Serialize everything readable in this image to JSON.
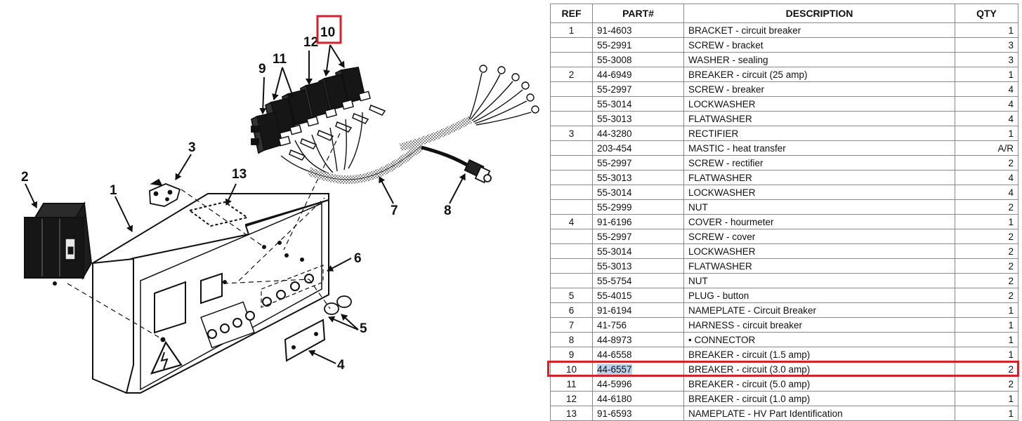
{
  "diagram": {
    "labels": [
      "1",
      "2",
      "3",
      "4",
      "5",
      "6",
      "7",
      "8",
      "9",
      "10",
      "11",
      "12",
      "13"
    ],
    "highlight_color": "#d2232a"
  },
  "table": {
    "headers": {
      "ref": "REF",
      "part": "PART#",
      "desc": "DESCRIPTION",
      "qty": "QTY"
    },
    "rows": [
      {
        "ref": "1",
        "part": "91-4603",
        "desc": "BRACKET - circuit breaker",
        "qty": "1"
      },
      {
        "ref": "",
        "part": "55-2991",
        "desc": "SCREW - bracket",
        "qty": "3"
      },
      {
        "ref": "",
        "part": "55-3008",
        "desc": "WASHER - sealing",
        "qty": "3"
      },
      {
        "ref": "2",
        "part": "44-6949",
        "desc": "BREAKER - circuit (25 amp)",
        "qty": "1"
      },
      {
        "ref": "",
        "part": "55-2997",
        "desc": "SCREW - breaker",
        "qty": "4"
      },
      {
        "ref": "",
        "part": "55-3014",
        "desc": "LOCKWASHER",
        "qty": "4"
      },
      {
        "ref": "",
        "part": "55-3013",
        "desc": "FLATWASHER",
        "qty": "4"
      },
      {
        "ref": "3",
        "part": "44-3280",
        "desc": "RECTIFIER",
        "qty": "1"
      },
      {
        "ref": "",
        "part": "203-454",
        "desc": "MASTIC - heat transfer",
        "qty": "A/R"
      },
      {
        "ref": "",
        "part": "55-2997",
        "desc": "SCREW - rectifier",
        "qty": "2"
      },
      {
        "ref": "",
        "part": "55-3013",
        "desc": "FLATWASHER",
        "qty": "4"
      },
      {
        "ref": "",
        "part": "55-3014",
        "desc": "LOCKWASHER",
        "qty": "4"
      },
      {
        "ref": "",
        "part": "55-2999",
        "desc": "NUT",
        "qty": "2"
      },
      {
        "ref": "4",
        "part": "91-6196",
        "desc": "COVER - hourmeter",
        "qty": "1"
      },
      {
        "ref": "",
        "part": "55-2997",
        "desc": "SCREW - cover",
        "qty": "2"
      },
      {
        "ref": "",
        "part": "55-3014",
        "desc": "LOCKWASHER",
        "qty": "2"
      },
      {
        "ref": "",
        "part": "55-3013",
        "desc": "FLATWASHER",
        "qty": "2"
      },
      {
        "ref": "",
        "part": "55-5754",
        "desc": "NUT",
        "qty": "2"
      },
      {
        "ref": "5",
        "part": "55-4015",
        "desc": "PLUG - button",
        "qty": "2"
      },
      {
        "ref": "6",
        "part": "91-6194",
        "desc": "NAMEPLATE - Circuit Breaker",
        "qty": "1"
      },
      {
        "ref": "7",
        "part": "41-756",
        "desc": "HARNESS - circuit breaker",
        "qty": "1"
      },
      {
        "ref": "8",
        "part": "44-8973",
        "desc": "• CONNECTOR",
        "qty": "1"
      },
      {
        "ref": "9",
        "part": "44-6558",
        "desc": "BREAKER - circuit (1.5 amp)",
        "qty": "1"
      },
      {
        "ref": "10",
        "part": "44-6557",
        "desc": "BREAKER - circuit (3.0 amp)",
        "qty": "2"
      },
      {
        "ref": "11",
        "part": "44-5996",
        "desc": "BREAKER - circuit (5.0 amp)",
        "qty": "2"
      },
      {
        "ref": "12",
        "part": "44-6180",
        "desc": "BREAKER - circuit (1.0 amp)",
        "qty": "1"
      },
      {
        "ref": "13",
        "part": "91-6593",
        "desc": "NAMEPLATE - HV Part Identification",
        "qty": "1"
      }
    ],
    "highlighted_ref": "10",
    "highlight_color": "#d2232a",
    "selection_color": "#b9d3ee"
  }
}
